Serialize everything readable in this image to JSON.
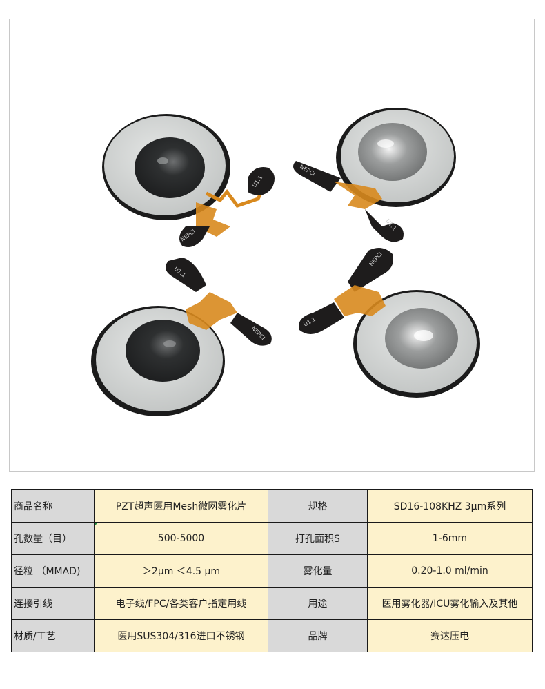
{
  "photo": {
    "flex_label_a": "NEPCI",
    "flex_label_b": "U1.1",
    "colors": {
      "disc_rim": "#1b1b1b",
      "disc_face": "#d4d6d5",
      "disc_center": "#2a2b2c",
      "flex": "#d8891e",
      "tab": "#1e1c1c"
    }
  },
  "specs": {
    "rows": [
      {
        "label1": "商品名称",
        "value1": "PZT超声医用Mesh微网雾化片",
        "label2": "规格",
        "value2": "SD16-108KHZ 3μm系列"
      },
      {
        "label1": "孔数量（目）",
        "value1": "500-5000",
        "label2": "打孔面积S",
        "value2": "1-6mm"
      },
      {
        "label1": "径粒 （MMAD)",
        "value1": "＞2μm  ＜4.5 μm",
        "label2": "雾化量",
        "value2": "0.20-1.0 ml/min"
      },
      {
        "label1": "连接引线",
        "value1": "电子线/FPC/各类客户指定用线",
        "label2": "用途",
        "value2": "医用雾化器/ICU雾化输入及其他"
      },
      {
        "label1": "材质/工艺",
        "value1": "医用SUS304/316进口不锈钢",
        "label2": "品牌",
        "value2": "赛达压电"
      }
    ]
  }
}
